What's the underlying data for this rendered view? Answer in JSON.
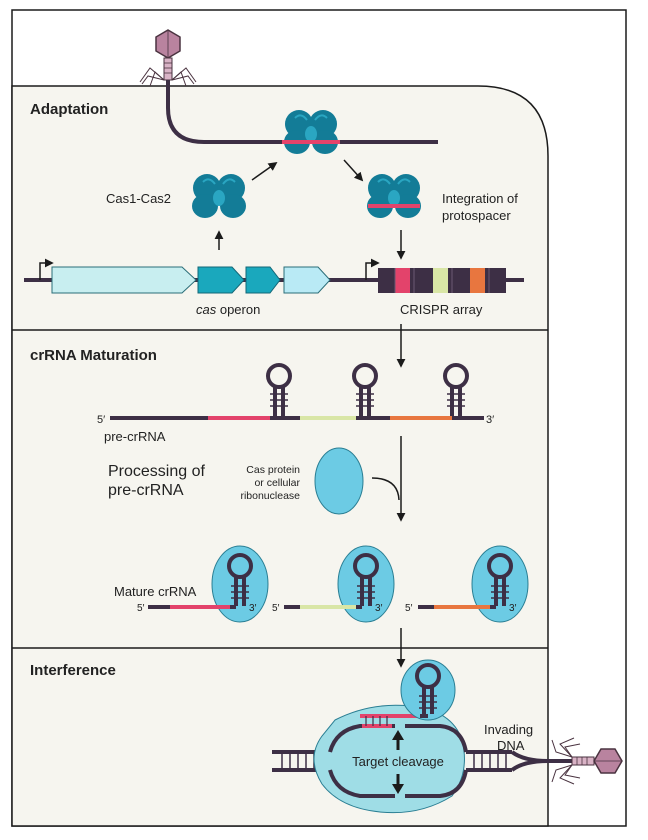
{
  "sections": {
    "adaptation": "Adaptation",
    "maturation": "crRNA Maturation",
    "interference": "Interference"
  },
  "labels": {
    "cas1_cas2": "Cas1-Cas2",
    "integration_line1": "Integration of",
    "integration_line2": "protospacer",
    "cas_operon_italic": "cas",
    "cas_operon_rest": " operon",
    "crispr_array": "CRISPR array",
    "pre_crrna": "pre-crRNA",
    "five_prime": "5′",
    "three_prime": "3′",
    "processing_line1": "Processing of",
    "processing_line2": "pre-crRNA",
    "cas_protein_line1": "Cas protein",
    "cas_protein_line2": "or cellular",
    "cas_protein_line3": "ribonuclease",
    "mature_crrna": "Mature crRNA",
    "target_cleavage": "Target cleavage",
    "invading_line1": "Invading",
    "invading_line2": "DNA"
  },
  "colors": {
    "cell_fill": "#f6f5ef",
    "cell_border": "#1b1b1b",
    "dna_dark": "#3d2f45",
    "cas_protein_dark": "#137c97",
    "cas_protein_light": "#2aa6c2",
    "protospacer_pink": "#e3436b",
    "spacer_lime": "#d9e6a6",
    "spacer_orange": "#e8763f",
    "operon_pale": "#c8eef0",
    "operon_teal": "#1aa8bd",
    "operon_light": "#b9eaf5",
    "ribonuclease_blue": "#6ccbe4",
    "phage_pink": "#b9839f",
    "interference_blob": "#9fdde6"
  },
  "icons": [
    "phage-icon",
    "promoter-arrow-icon",
    "cas1-cas2-complex-icon",
    "hairpin-icon",
    "cut-arrow-icon"
  ]
}
